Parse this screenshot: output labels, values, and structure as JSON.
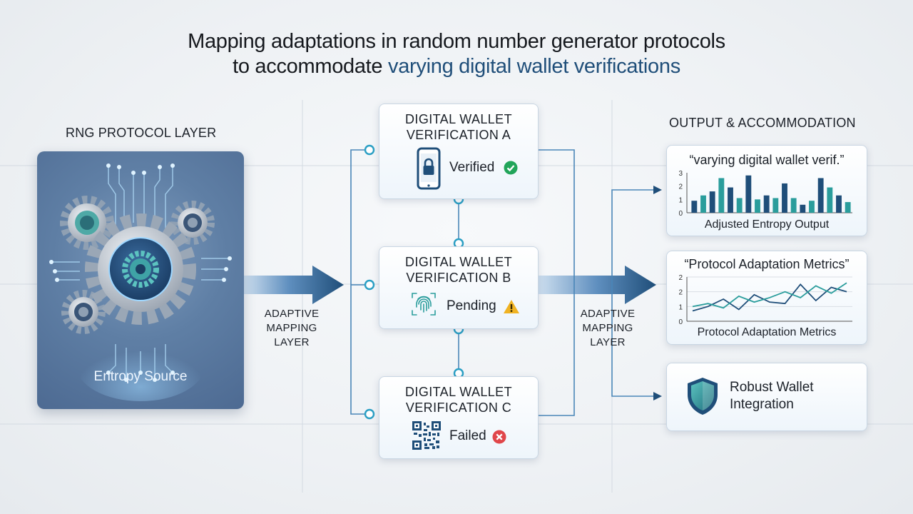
{
  "title": {
    "line1": "Mapping adaptations in random number generator protocols",
    "line2_prefix": "to accommodate ",
    "line2_highlight": "varying digital wallet verifications"
  },
  "rng": {
    "header": "RNG PROTOCOL LAYER",
    "entropy_label": "Entropy Source"
  },
  "mapping_left": {
    "line1": "ADAPTIVE",
    "line2": "MAPPING",
    "line3": "LAYER"
  },
  "mapping_right": {
    "line1": "ADAPTIVE",
    "line2": "MAPPING",
    "line3": "LAYER"
  },
  "wallets": [
    {
      "line1": "DIGITAL WALLET",
      "line2": "VERIFICATION A",
      "status": "Verified",
      "icon": "padlock-phone-icon",
      "status_icon": "check-circle-icon",
      "status_color": "#22a55a"
    },
    {
      "line1": "DIGITAL WALLET",
      "line2": "VERIFICATION B",
      "status": "Pending",
      "icon": "fingerprint-icon",
      "status_icon": "warning-triangle-icon",
      "status_color": "#f0b323"
    },
    {
      "line1": "DIGITAL WALLET",
      "line2": "VERIFICATION C",
      "status": "Failed",
      "icon": "qr-code-icon",
      "status_icon": "x-circle-icon",
      "status_color": "#e0464a"
    }
  ],
  "output": {
    "header": "OUTPUT & ACCOMMODATION",
    "card1": {
      "heading": "“varying digital wallet verif.”",
      "caption": "Adjusted Entropy Output",
      "chart_data": {
        "type": "bar",
        "yticks": [
          "0",
          "1",
          "2",
          "3"
        ],
        "ylim": [
          0,
          3
        ],
        "values": [
          0.9,
          1.3,
          1.6,
          2.6,
          1.9,
          1.1,
          2.8,
          1.0,
          1.3,
          1.1,
          2.2,
          1.1,
          0.6,
          0.9,
          2.6,
          1.9,
          1.3,
          0.8
        ],
        "colors": [
          "#2a9d9c",
          "#1f4e79"
        ]
      }
    },
    "card2": {
      "heading": "“Protocol Adaptation Metrics”",
      "caption": "Protocol Adaptation Metrics",
      "chart_data": {
        "type": "line",
        "yticks": [
          "0",
          "1",
          "2",
          "2"
        ],
        "ylim": [
          0,
          3
        ],
        "x": [
          0,
          1,
          2,
          3,
          4,
          5,
          6,
          7,
          8,
          9,
          10
        ],
        "series": [
          {
            "values": [
              0.7,
              1.0,
              1.5,
              0.8,
              1.8,
              1.3,
              1.2,
              2.5,
              1.4,
              2.3,
              2.0
            ],
            "color": "#1f4e79"
          },
          {
            "values": [
              1.0,
              1.2,
              0.9,
              1.7,
              1.3,
              1.6,
              2.0,
              1.6,
              2.4,
              1.9,
              2.6
            ],
            "color": "#2a9d9c"
          }
        ]
      }
    },
    "card3": {
      "line1": "Robust Wallet",
      "line2": "Integration",
      "icon": "shield-icon"
    }
  }
}
